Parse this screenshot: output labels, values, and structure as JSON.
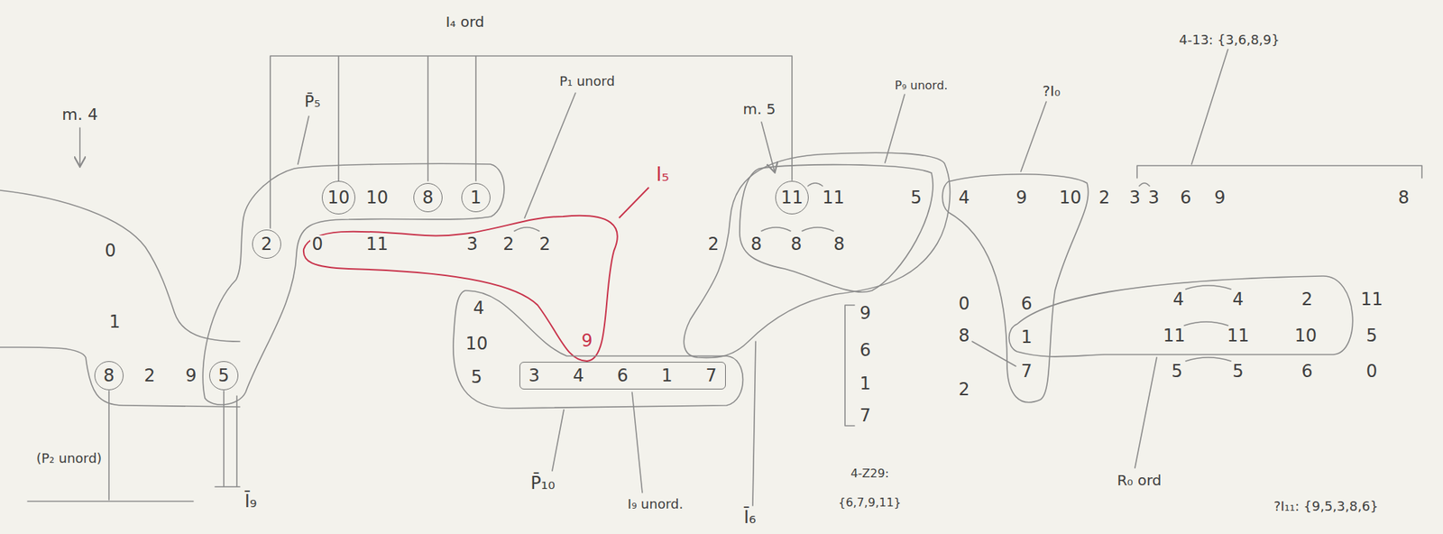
{
  "diagram": {
    "nodes": [
      {
        "text": [
          "10"
        ]
      },
      {
        "text": [
          "8"
        ]
      },
      {
        "text": [
          "1"
        ]
      },
      {
        "text": [
          "11"
        ]
      },
      {
        "text": [
          "2"
        ]
      },
      {
        "text": [
          "8"
        ]
      },
      {
        "text": [
          "5"
        ]
      },
      {
        "text": [
          "3 4 6 1 7"
        ]
      }
    ],
    "labels": [
      "I₄ ord",
      "m. 4",
      "P̄₅",
      "P₁ unord",
      "I₅",
      "m. 5",
      "P₉ unord.",
      "?I₀",
      "4-13: {3,6,8,9}",
      "10",
      "11",
      "5",
      "4",
      "9",
      "10",
      "2",
      "3",
      "3",
      "6",
      "9",
      "8",
      "0",
      "11",
      "3",
      "2",
      "2",
      "2",
      "8",
      "8",
      "8",
      "0",
      "1",
      "2",
      "9",
      "4",
      "10",
      "5",
      "9",
      "9",
      "6",
      "1",
      "7",
      "4-Z29:",
      "{6,7,9,11}",
      "0",
      "8",
      "2",
      "6",
      "1",
      "7",
      "4",
      "4",
      "2",
      "11",
      "11",
      "11",
      "10",
      "5",
      "5",
      "5",
      "6",
      "0",
      "(P₂ unord)",
      "Ī₉",
      "P̄₁₀",
      "I₉ unord.",
      "Ī₆",
      "R₀ ord",
      "?I₁₁: {9,5,3,8,6}"
    ]
  }
}
